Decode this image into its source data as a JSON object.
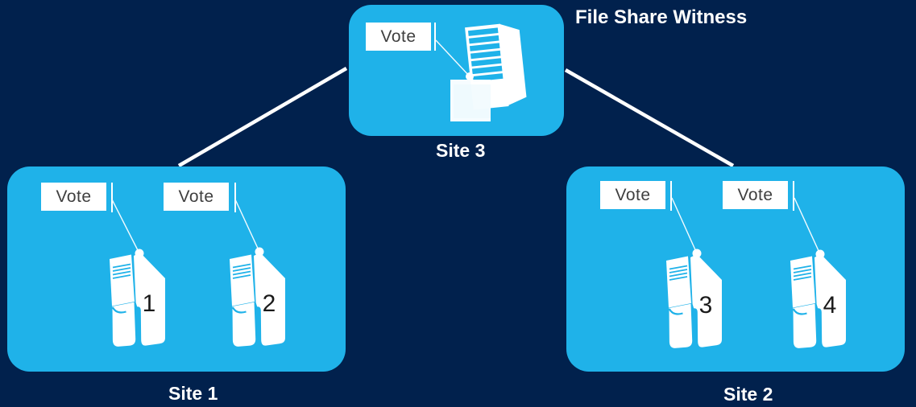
{
  "colors": {
    "background": "#01214d",
    "site_box": "#1fb2e9",
    "connector_line": "#ffffff",
    "vote_box": "#ffffff",
    "vote_text": "#3f3f3f",
    "node_number": "#1a1a1a",
    "labels": "#ffffff"
  },
  "witness": {
    "title": "File Share Witness"
  },
  "sites": [
    {
      "name": "Site 3",
      "role": "file-share-witness",
      "votes": [
        "Vote"
      ],
      "nodes": []
    },
    {
      "name": "Site 1",
      "role": "cluster-site",
      "votes": [
        "Vote",
        "Vote"
      ],
      "nodes": [
        "1",
        "2"
      ]
    },
    {
      "name": "Site 2",
      "role": "cluster-site",
      "votes": [
        "Vote",
        "Vote"
      ],
      "nodes": [
        "3",
        "4"
      ]
    }
  ]
}
